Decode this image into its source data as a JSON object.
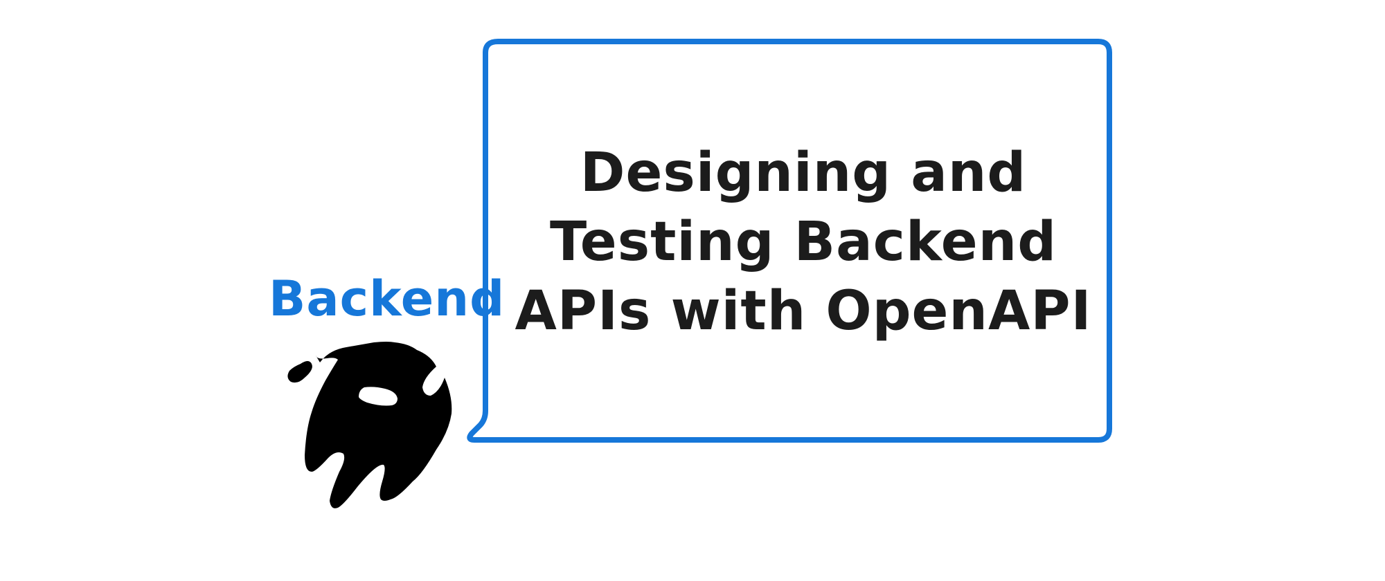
{
  "brand": {
    "label": "Backend",
    "color": "#1677d9"
  },
  "title": {
    "lines": [
      "Designing and",
      "Testing Backend",
      "APIs with OpenAPI"
    ],
    "color": "#1c1c1c"
  },
  "bubble": {
    "border_color": "#1677d9"
  },
  "mascot": {
    "icon": "ghost-mascot-icon",
    "color": "#000000"
  }
}
